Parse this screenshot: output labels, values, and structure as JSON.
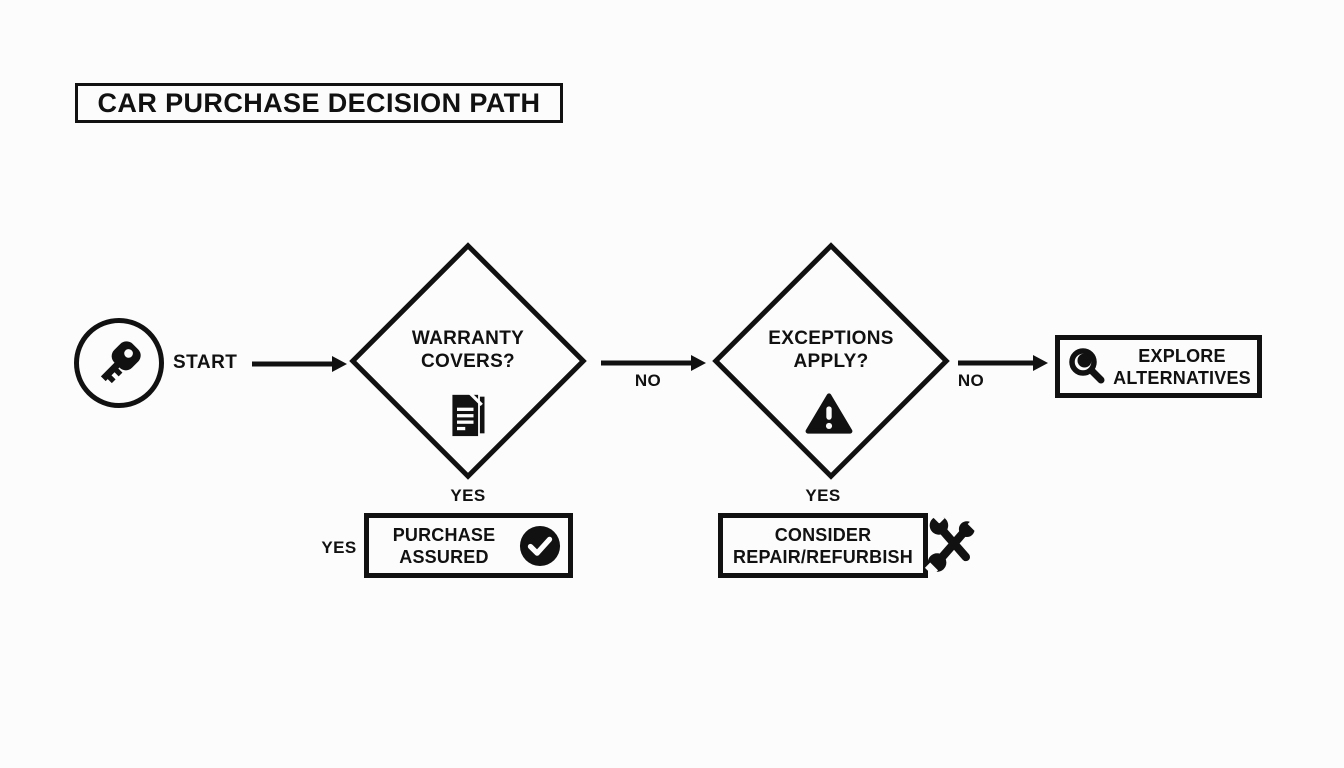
{
  "title": "CAR PURCHASE DECISION PATH",
  "start": {
    "label": "START",
    "icon": "car-key-icon"
  },
  "diagram": {
    "warranty": {
      "line1": "WARRANTY",
      "line2": "COVERS?",
      "icon": "document-icon"
    },
    "exceptions": {
      "line1": "EXCEPTIONS",
      "line2": "APPLY?",
      "icon": "warning-icon"
    },
    "purchase": {
      "line1": "PURCHASE",
      "line2": "ASSURED",
      "icon": "check-icon"
    },
    "repair": {
      "line1": "CONSIDER",
      "line2": "REPAIR/REFURBISH",
      "icon": "wrench-icon"
    },
    "explore": {
      "line1": "EXPLORE",
      "line2": "ALTERNATIVES",
      "icon": "search-icon"
    }
  },
  "labels": {
    "no_warranty_to_exceptions": "NO",
    "no_exceptions_to_explore": "NO",
    "yes_below_warranty": "YES",
    "yes_below_exceptions": "YES",
    "yes_left_of_purchase": "YES"
  },
  "colors": {
    "ink": "#111111",
    "background": "#fcfcfc"
  }
}
